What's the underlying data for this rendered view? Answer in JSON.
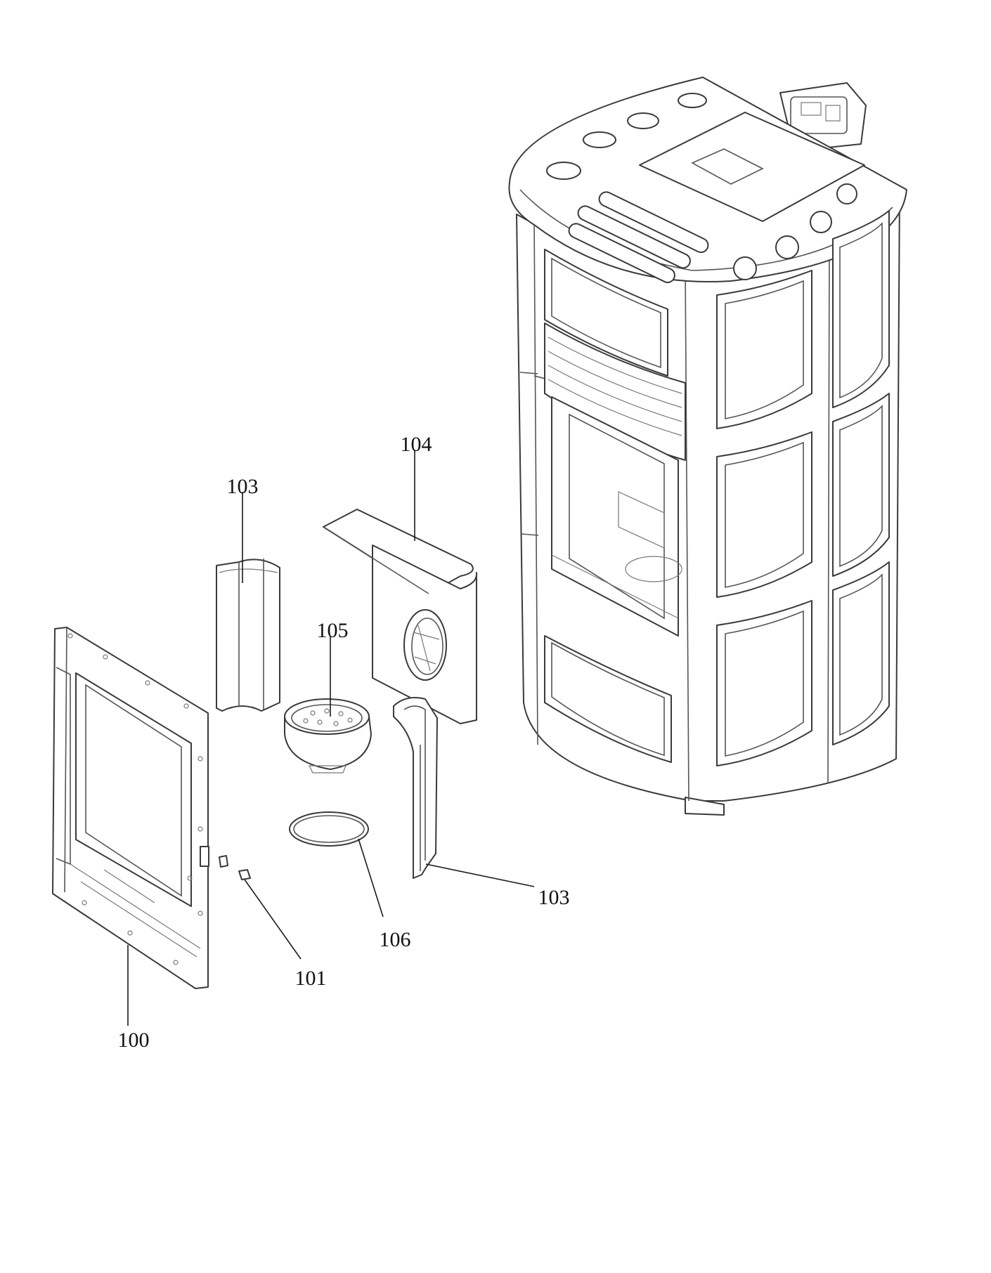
{
  "labels": {
    "l100": "100",
    "l101": "101",
    "l103a": "103",
    "l103b": "103",
    "l104": "104",
    "l105": "105",
    "l106": "106"
  }
}
